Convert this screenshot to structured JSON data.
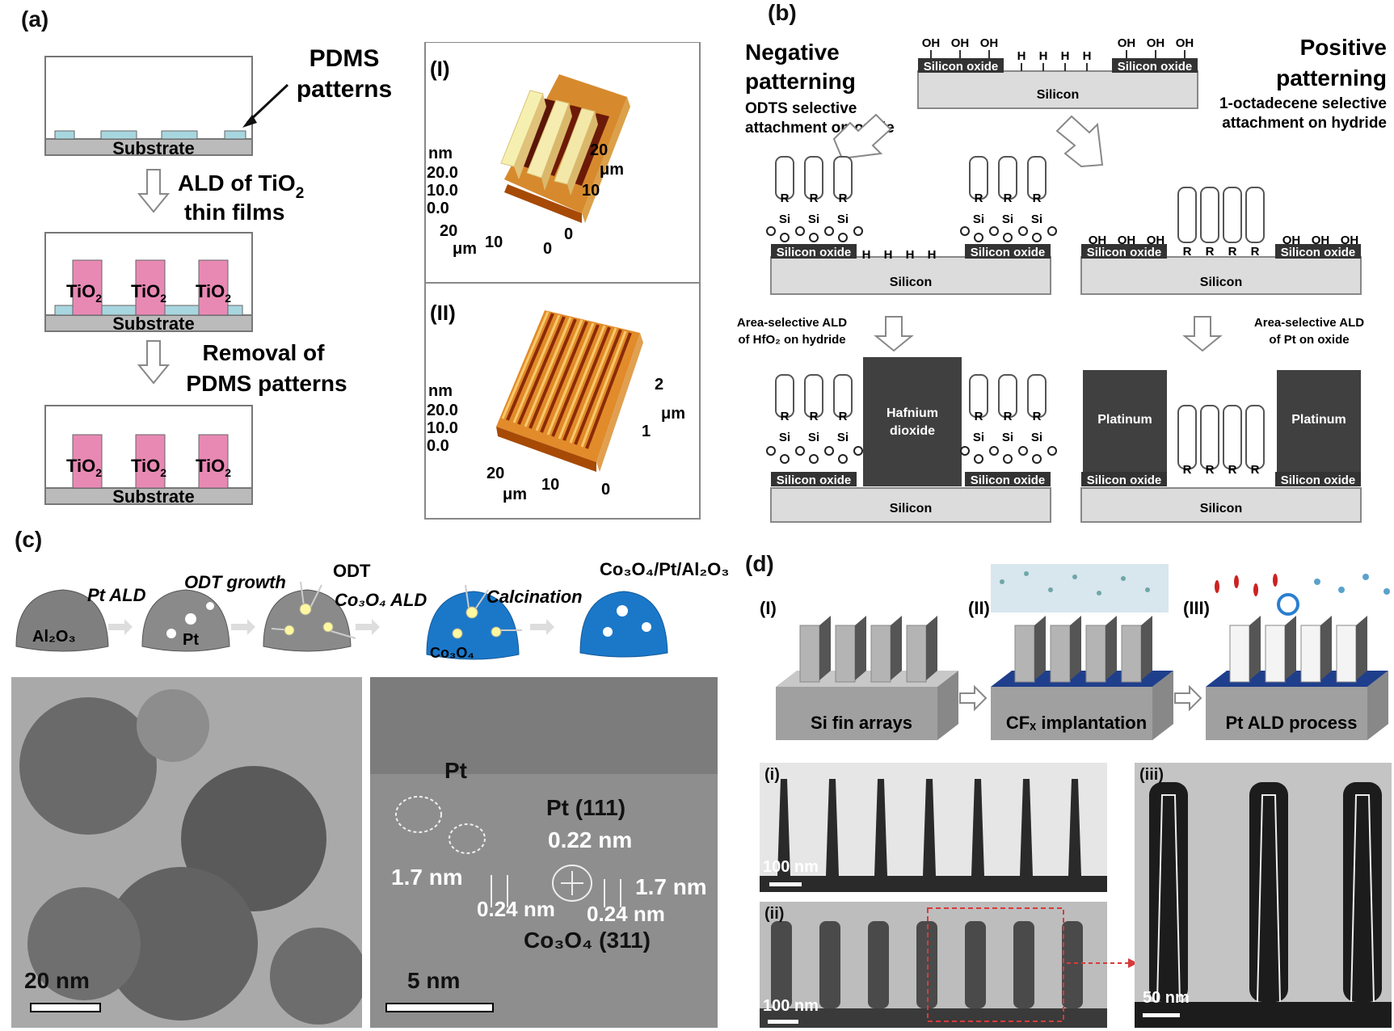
{
  "panels": {
    "a": {
      "label": "(a)",
      "pdms_l1": "PDMS",
      "pdms_l2": "patterns",
      "substrate": "Substrate",
      "step1_l1": "ALD of TiO",
      "step1_sub": "2",
      "step1_l2": "thin films",
      "tio2": "TiO",
      "tio2_sub": "2",
      "step2_l1": "Removal of",
      "step2_l2": "PDMS patterns",
      "afm": {
        "i_label": "(I)",
        "ii_label": "(II)",
        "nm": "nm",
        "z_ticks": [
          "20.0",
          "10.0",
          "0.0"
        ],
        "um": "μm",
        "i_x_ticks": [
          "20",
          "10",
          "0"
        ],
        "i_y_ticks": [
          "20",
          "10"
        ],
        "ii_x_ticks": [
          "20",
          "10",
          "0"
        ],
        "ii_y_ticks": [
          "2",
          "1",
          "0"
        ]
      }
    },
    "b": {
      "label": "(b)",
      "neg_title_l1": "Negative",
      "neg_title_l2": "patterning",
      "neg_sub_l1": "ODTS selective",
      "neg_sub_l2": "attachment on oxide",
      "pos_title_l1": "Positive",
      "pos_title_l2": "patterning",
      "pos_sub_l1": "1-octadecene selective",
      "pos_sub_l2": "attachment on hydride",
      "silicon": "Silicon",
      "silicon_oxide": "Silicon oxide",
      "oh": "OH",
      "h": "H",
      "r": "R",
      "si": "Si",
      "o": "O",
      "neg_ald_l1": "Area-selective ALD",
      "neg_ald_l2": "of HfO₂ on hydride",
      "pos_ald_l1": "Area-selective ALD",
      "pos_ald_l2": "of Pt on oxide",
      "hafnium_l1": "Hafnium",
      "hafnium_l2": "dioxide",
      "platinum": "Platinum"
    },
    "c": {
      "label": "(c)",
      "al2o3": "Al₂O₃",
      "pt_ald": "Pt ALD",
      "pt": "Pt",
      "odt_growth": "ODT growth",
      "odt": "ODT",
      "co3o4_ald": "Co₃O₄ ALD",
      "co3o4": "Co₃O₄",
      "calcination": "Calcination",
      "final": "Co₃O₄/Pt/Al₂O₃",
      "tem_left_scale": "20 nm",
      "tem_right_scale": "5 nm",
      "ann_pt": "Pt",
      "ann_pt111": "Pt (111)",
      "ann_022": "0.22 nm",
      "ann_17a": "1.7 nm",
      "ann_17b": "1.7 nm",
      "ann_024a": "0.24 nm",
      "ann_024b": "0.24 nm",
      "ann_co311": "Co₃O₄ (311)"
    },
    "d": {
      "label": "(d)",
      "i_label": "(I)",
      "ii_label": "(II)",
      "iii_label": "(III)",
      "si_fin": "Si fin arrays",
      "cfx": "CFₓ implantation",
      "pt_ald": "Pt ALD process",
      "sem_i": "(i)",
      "sem_ii": "(ii)",
      "sem_iii": "(iii)",
      "scale_100a": "100 nm",
      "scale_100b": "100 nm",
      "scale_50": "50 nm"
    }
  },
  "colors": {
    "tio2": "#e889b4",
    "pdms": "#a8d6df",
    "substrate": "#bbbbbb",
    "dark_block": "#404040",
    "co3o4": "#1b78c9",
    "al2o3": "#7f7f7f"
  }
}
